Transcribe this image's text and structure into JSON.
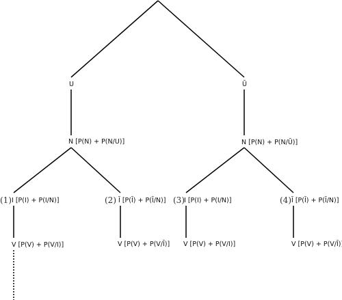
{
  "nodes": {
    "u_left": "U",
    "u_right": "Ū",
    "n_left": "N [P(N) + P(N/U)]",
    "n_right": "N [P(N) + P(N/Ū)]",
    "i1": "I [P(I) + P(I/N)]",
    "i2": "Ī [P(Ī) + P(Ī/N)]",
    "i3": "I [P(I) + P(I/N)]",
    "i4": "Ī [P(Ī) + P(Ī/N)]",
    "v1": "V [P(V) + P(V/I)]",
    "v2": "V [P(V) + P(V/Ī)]",
    "v3": "V [P(V) + P(V/I)]",
    "v4": "V [P(V) + P(V/Ī)]"
  },
  "branch_numbers": {
    "b1": "(1)",
    "b2": "(2)",
    "b3": "(3)",
    "b4": "(4)"
  }
}
